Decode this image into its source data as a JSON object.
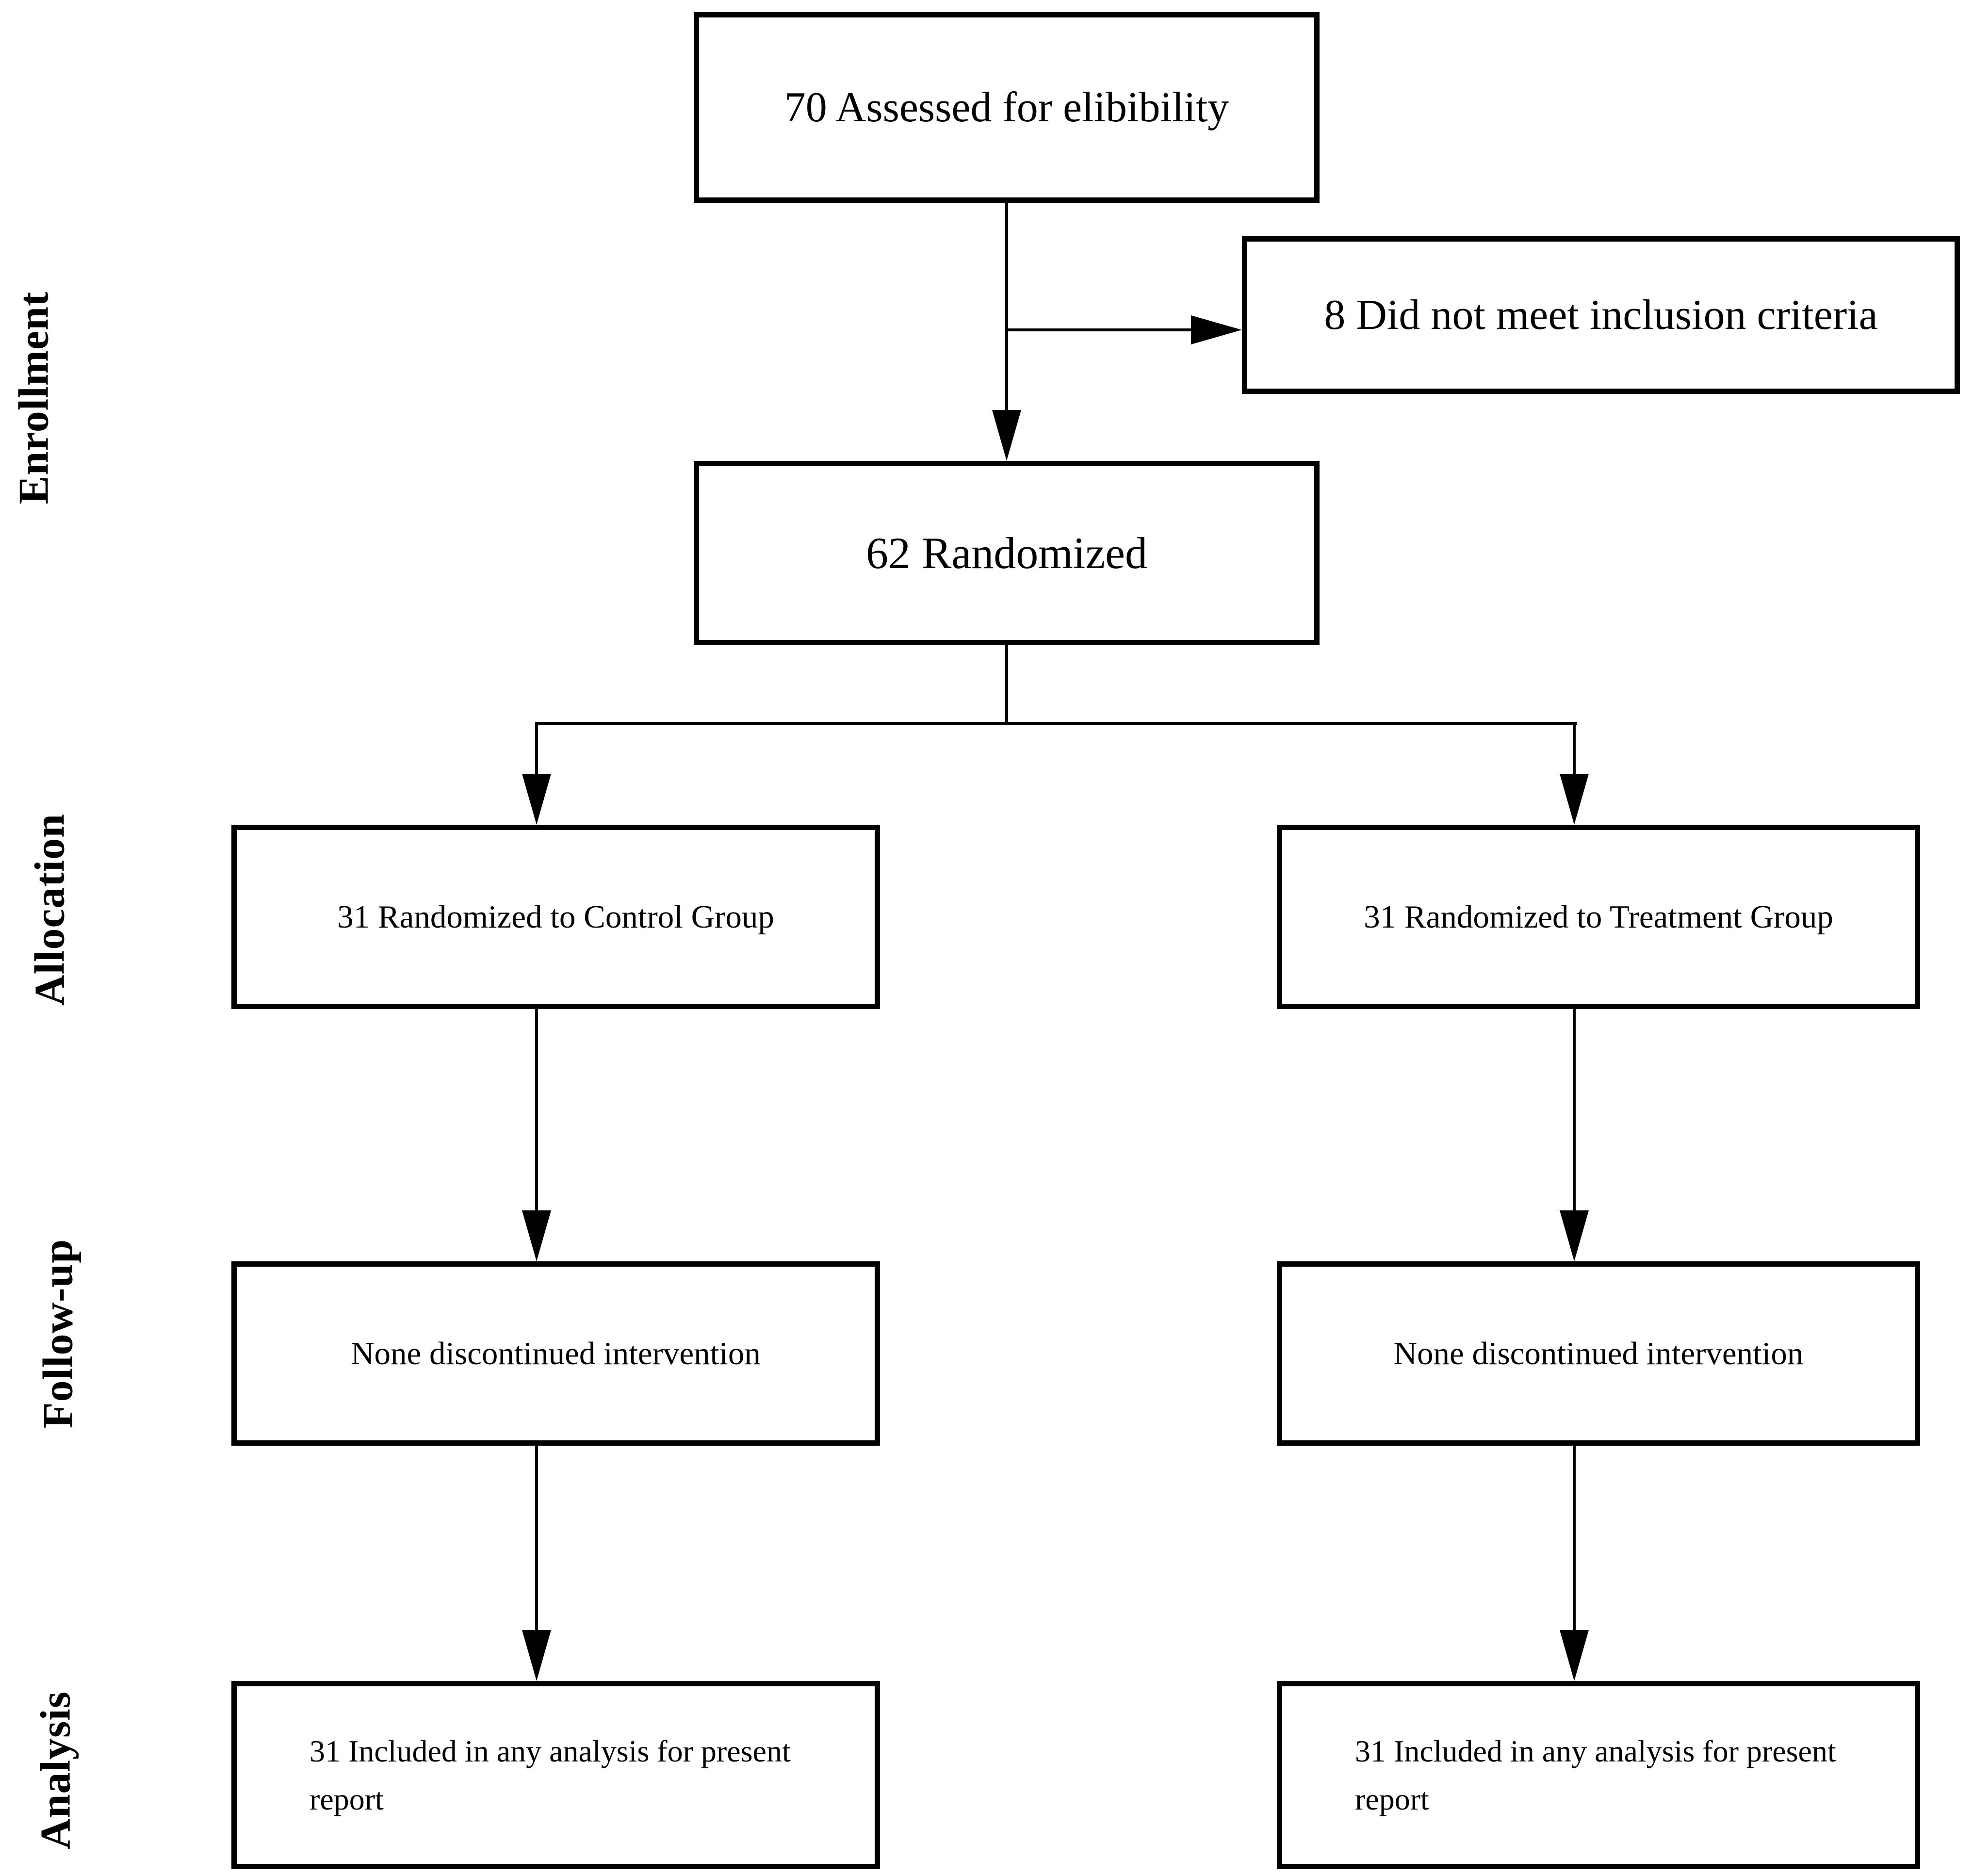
{
  "diagram": {
    "background_color": "#ffffff",
    "line_color": "#000000"
  },
  "stage_labels": [
    {
      "text": "Enrollment"
    },
    {
      "text": "Allocation"
    },
    {
      "text": "Follow-up"
    },
    {
      "text": "Analysis"
    }
  ],
  "boxes": {
    "eligibility": {
      "text": "70 Assessed for elibibility"
    },
    "exclusion": {
      "text": "8 Did not meet inclusion criteria"
    },
    "randomized": {
      "text": "62 Randomized"
    },
    "alloc_control": {
      "text": "31 Randomized to Control Group"
    },
    "alloc_treatment": {
      "text": "31 Randomized to Treatment Group"
    },
    "followup_control": {
      "text": "None discontinued intervention"
    },
    "followup_treatment": {
      "text": "None discontinued intervention"
    },
    "analysis_control": {
      "text": "31 Included in any analysis for present report"
    },
    "analysis_treatment": {
      "text": "31 Included in any analysis for present report"
    }
  }
}
